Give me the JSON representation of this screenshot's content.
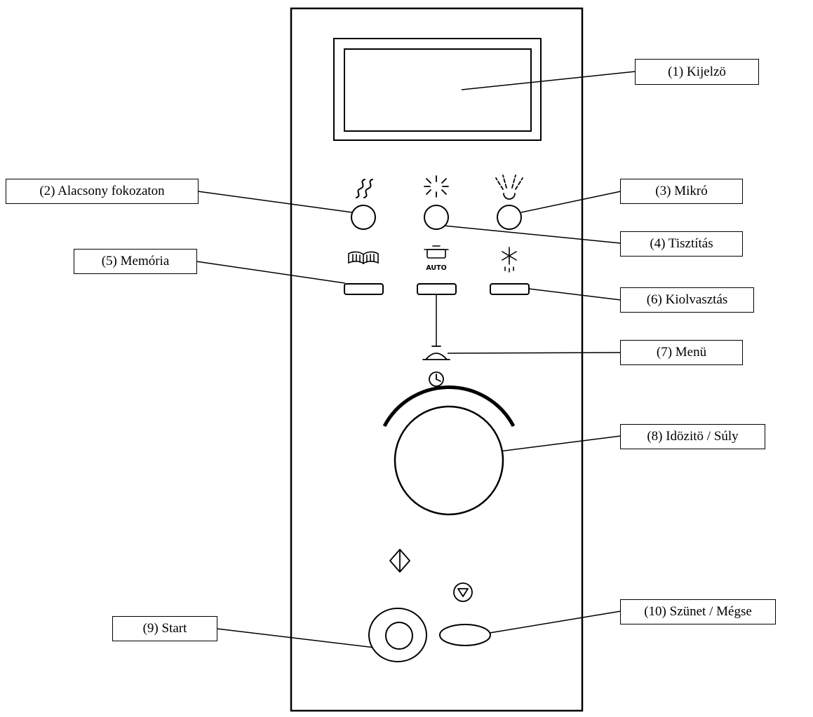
{
  "diagram": {
    "title": "Microwave control panel diagram",
    "auto_label": "AUTO",
    "labels": [
      {
        "num": 1,
        "text": "(1) Kijelzö",
        "side": "right"
      },
      {
        "num": 2,
        "text": "(2) Alacsony fokozaton",
        "side": "left"
      },
      {
        "num": 3,
        "text": "(3) Mikró",
        "side": "right"
      },
      {
        "num": 4,
        "text": "(4) Tisztítás",
        "side": "right"
      },
      {
        "num": 5,
        "text": "(5) Memória",
        "side": "left"
      },
      {
        "num": 6,
        "text": "(6) Kiolvasztás",
        "side": "right"
      },
      {
        "num": 7,
        "text": "(7) Menü",
        "side": "right"
      },
      {
        "num": 8,
        "text": "(8) Idözitö / Súly",
        "side": "right"
      },
      {
        "num": 9,
        "text": "(9) Start",
        "side": "left"
      },
      {
        "num": 10,
        "text": "(10) Szünet / Mégse",
        "side": "right"
      }
    ],
    "icons": [
      "steam-icon",
      "grill-burst-icon",
      "microwave-spray-icon",
      "memory-book-icon",
      "auto-pot-icon",
      "defrost-snowflake-icon",
      "menu-cloche-icon",
      "clock-icon",
      "start-diamond-icon",
      "stop-icon"
    ],
    "colors": {
      "line": "#000000",
      "background": "#ffffff"
    }
  }
}
